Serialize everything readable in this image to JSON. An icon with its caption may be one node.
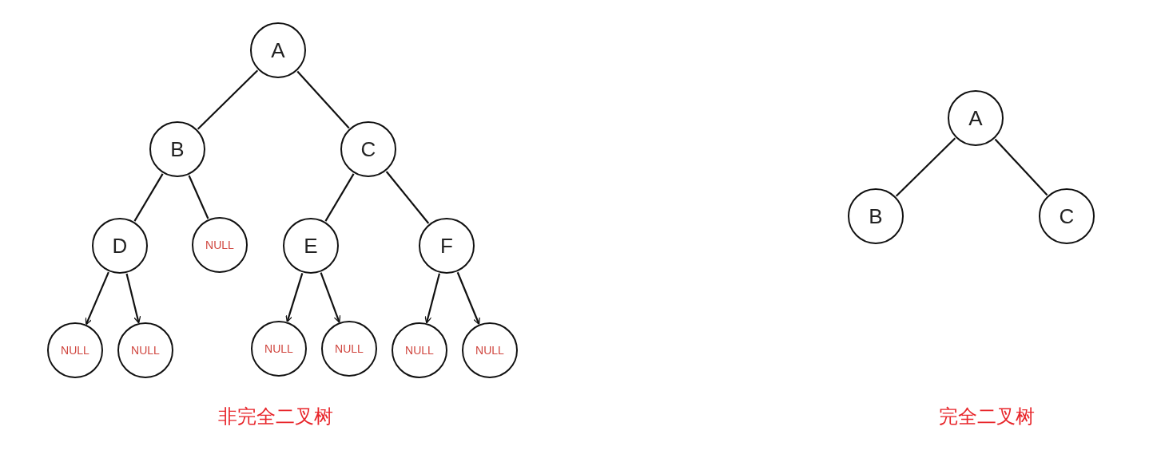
{
  "diagram": {
    "nodes": [
      {
        "text": [
          "A"
        ]
      },
      {
        "text": [
          "B"
        ]
      },
      {
        "text": [
          "C"
        ]
      },
      {
        "text": [
          "D"
        ]
      },
      {
        "text": [
          "NULL"
        ]
      },
      {
        "text": [
          "E"
        ]
      },
      {
        "text": [
          "F"
        ]
      },
      {
        "text": [
          "NULL"
        ]
      },
      {
        "text": [
          "NULL"
        ]
      },
      {
        "text": [
          "NULL"
        ]
      },
      {
        "text": [
          "NULL"
        ]
      },
      {
        "text": [
          "NULL"
        ]
      },
      {
        "text": [
          "NULL"
        ]
      },
      {
        "text": [
          "A"
        ]
      },
      {
        "text": [
          "B"
        ]
      },
      {
        "text": [
          "C"
        ]
      }
    ],
    "edges": [
      {
        "from": 0,
        "to": 1,
        "arrow": "none"
      },
      {
        "from": 0,
        "to": 2,
        "arrow": "none"
      },
      {
        "from": 1,
        "to": 3,
        "arrow": "none"
      },
      {
        "from": 1,
        "to": 4,
        "arrow": "none"
      },
      {
        "from": 2,
        "to": 5,
        "arrow": "none"
      },
      {
        "from": 2,
        "to": 6,
        "arrow": "none"
      },
      {
        "from": 3,
        "to": 7,
        "arrow": "to"
      },
      {
        "from": 3,
        "to": 8,
        "arrow": "to"
      },
      {
        "from": 5,
        "to": 9,
        "arrow": "to"
      },
      {
        "from": 5,
        "to": 10,
        "arrow": "to"
      },
      {
        "from": 6,
        "to": 11,
        "arrow": "to"
      },
      {
        "from": 6,
        "to": 12,
        "arrow": "to"
      },
      {
        "from": 13,
        "to": 14,
        "arrow": "none"
      },
      {
        "from": 13,
        "to": 15,
        "arrow": "none"
      }
    ],
    "labels": [
      "非完全二叉树",
      "完全二叉树"
    ]
  }
}
